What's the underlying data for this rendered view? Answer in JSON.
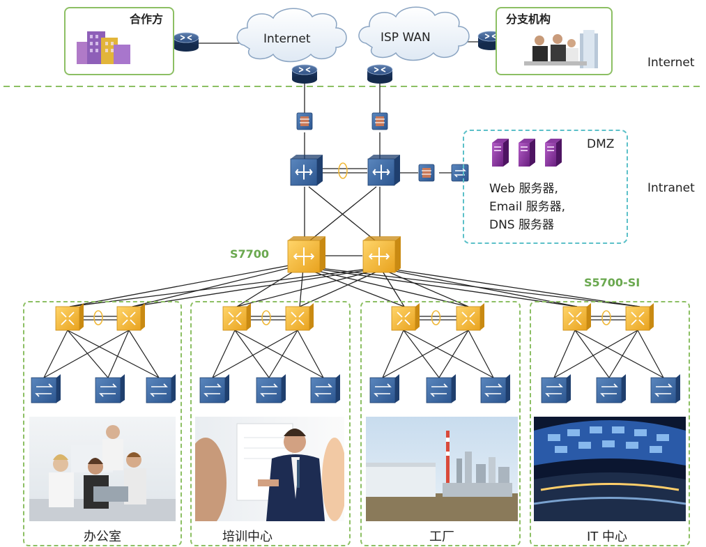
{
  "zones": {
    "internet": "Internet",
    "intranet": "Intranet"
  },
  "top": {
    "partner": "合作方",
    "internet_cloud": "Internet",
    "isp_cloud": "ISP WAN",
    "branch": "分支机构"
  },
  "dmz": {
    "title": "DMZ",
    "lines": [
      "Web 服务器,",
      "Email 服务器,",
      "DNS 服务器"
    ]
  },
  "labels": {
    "core_switch": "S7700",
    "agg_switch": "S5700-SI"
  },
  "sites": [
    {
      "name": "办公室"
    },
    {
      "name": "培训中心"
    },
    {
      "name": "工厂"
    },
    {
      "name": "IT 中心"
    }
  ],
  "colors": {
    "router": "#1f3f6e",
    "switch_blue": "#3a6aa0",
    "switch_yellow": "#f0b838",
    "dash_green": "#8cbf63",
    "dash_cyan": "#5bc0c8",
    "label_green": "#6aa84f"
  }
}
